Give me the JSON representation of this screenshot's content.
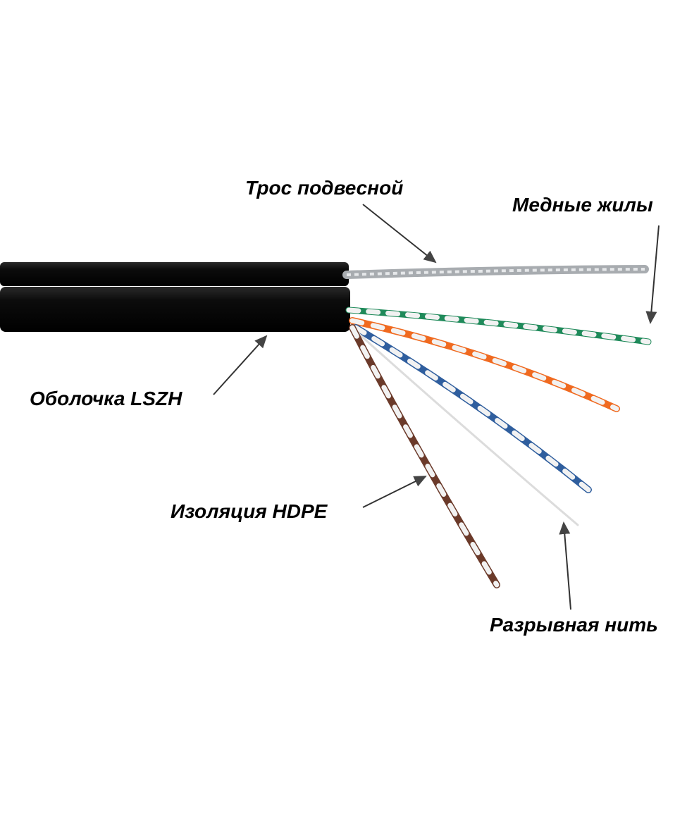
{
  "labels": {
    "messenger": "Трос подвесной",
    "copper": "Медные жилы",
    "jacket": "Оболочка LSZH",
    "insulation": "Изоляция HDPE",
    "ripcord": "Разрывная нить"
  },
  "colors": {
    "jacket": "#111111",
    "steel": "#b8bcc0",
    "green": "#1f8a5a",
    "orange": "#f06a20",
    "blue": "#2f5e9e",
    "brown": "#6b3a2a",
    "white": "#f2f2f2"
  }
}
